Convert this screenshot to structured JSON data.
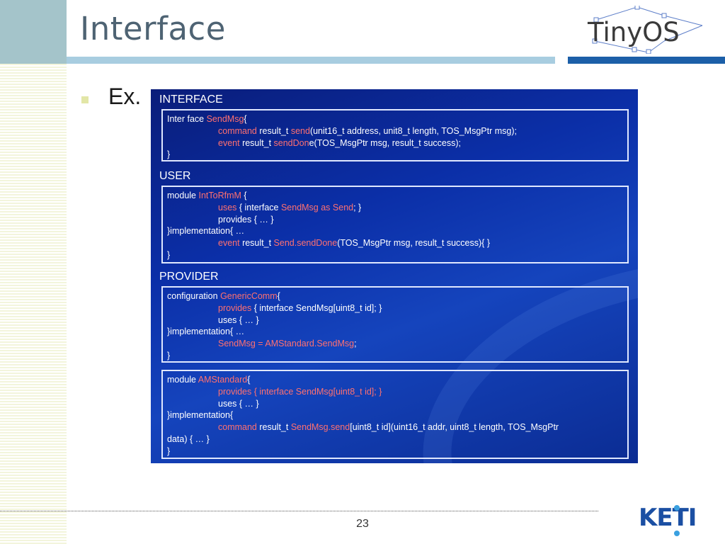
{
  "slide": {
    "title": "Interface",
    "page_number": "23",
    "bullet": "Ex."
  },
  "logos": {
    "top_right": "TinyOS",
    "bottom_right": "KETI"
  },
  "colors": {
    "title_text": "#4e6373",
    "title_bar": "#a8cde0",
    "title_bar_right": "#1c5fa8",
    "code_background": "#0b2fa8",
    "code_highlight": "#ff7070"
  },
  "code": {
    "interface": {
      "heading": "INTERFACE",
      "lines": [
        [
          "Inter face ",
          "SendMsg",
          "{"
        ],
        [
          "command",
          " result_t ",
          "send",
          "(unit16_t address, unit8_t length, TOS_MsgPtr msg);"
        ],
        [
          "event",
          " result_t ",
          "sendDon",
          "e(TOS_MsgPtr msg, result_t success);"
        ],
        [
          "}"
        ]
      ]
    },
    "user": {
      "heading": "USER",
      "lines": [
        [
          "module ",
          "IntToRfmM",
          " {"
        ],
        [
          "uses",
          " {     interface ",
          "SendMsg as Send",
          ";  }"
        ],
        [
          "provides { …  }"
        ],
        [
          "}implementation{        …"
        ],
        [
          "event",
          " result_t ",
          "Send.sendDone",
          "(TOS_MsgPtr msg, result_t success){               }"
        ],
        [
          "}"
        ]
      ]
    },
    "provider": {
      "heading": "PROVIDER",
      "lines": [
        [
          "configuration ",
          "GenericComm",
          "{"
        ],
        [
          "provides",
          " {     interface SendMsg[uint8_t id];  }"
        ],
        [
          "uses {        …             }"
        ],
        [
          "}implementation{        …"
        ],
        [
          "SendMsg = AMStandard.SendMsg",
          ";"
        ],
        [
          "}"
        ]
      ],
      "lines_module": [
        [
          "module ",
          "AMStandard",
          "{"
        ],
        [
          "provides {     interface SendMsg[uint8_t id];  }"
        ],
        [
          "uses {        …             }"
        ],
        [
          "}implementation{"
        ],
        [
          "command",
          " result_t ",
          "SendMsg.send",
          "[uint8_t id](uint16_t addr, uint8_t length, TOS_MsgPtr"
        ],
        [
          "data) {       …               }"
        ],
        [
          "}"
        ]
      ]
    }
  }
}
